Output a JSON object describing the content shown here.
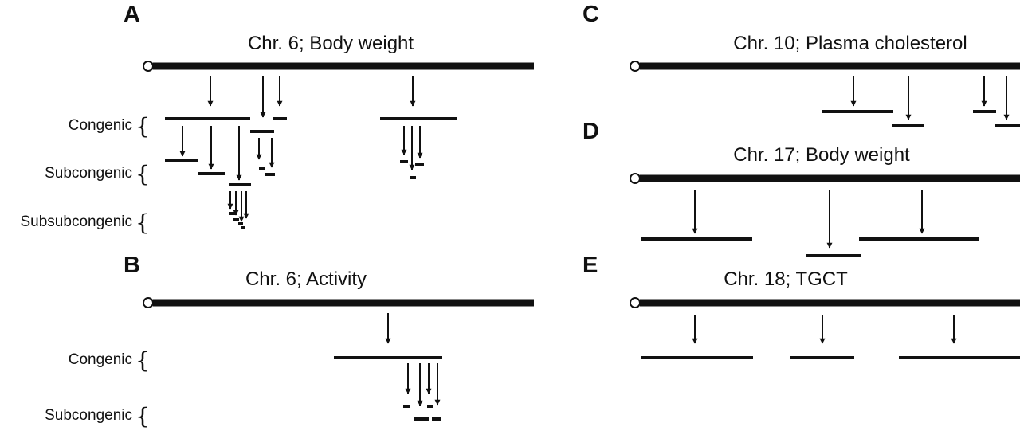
{
  "colors": {
    "ink": "#111111",
    "background": "#ffffff"
  },
  "panels": {
    "A": {
      "letter": "A",
      "title": "Chr. 6; Body weight",
      "rows": [
        "Congenic",
        "Subcongenic",
        "Subsubcongenic"
      ]
    },
    "B": {
      "letter": "B",
      "title": "Chr. 6; Activity",
      "rows": [
        "Congenic",
        "Subcongenic"
      ]
    },
    "C": {
      "letter": "C",
      "title": "Chr. 10; Plasma cholesterol"
    },
    "D": {
      "letter": "D",
      "title": "Chr. 17; Body weight"
    },
    "E": {
      "letter": "E",
      "title": "Chr. 18; TGCT"
    }
  },
  "brace_glyph": "{"
}
